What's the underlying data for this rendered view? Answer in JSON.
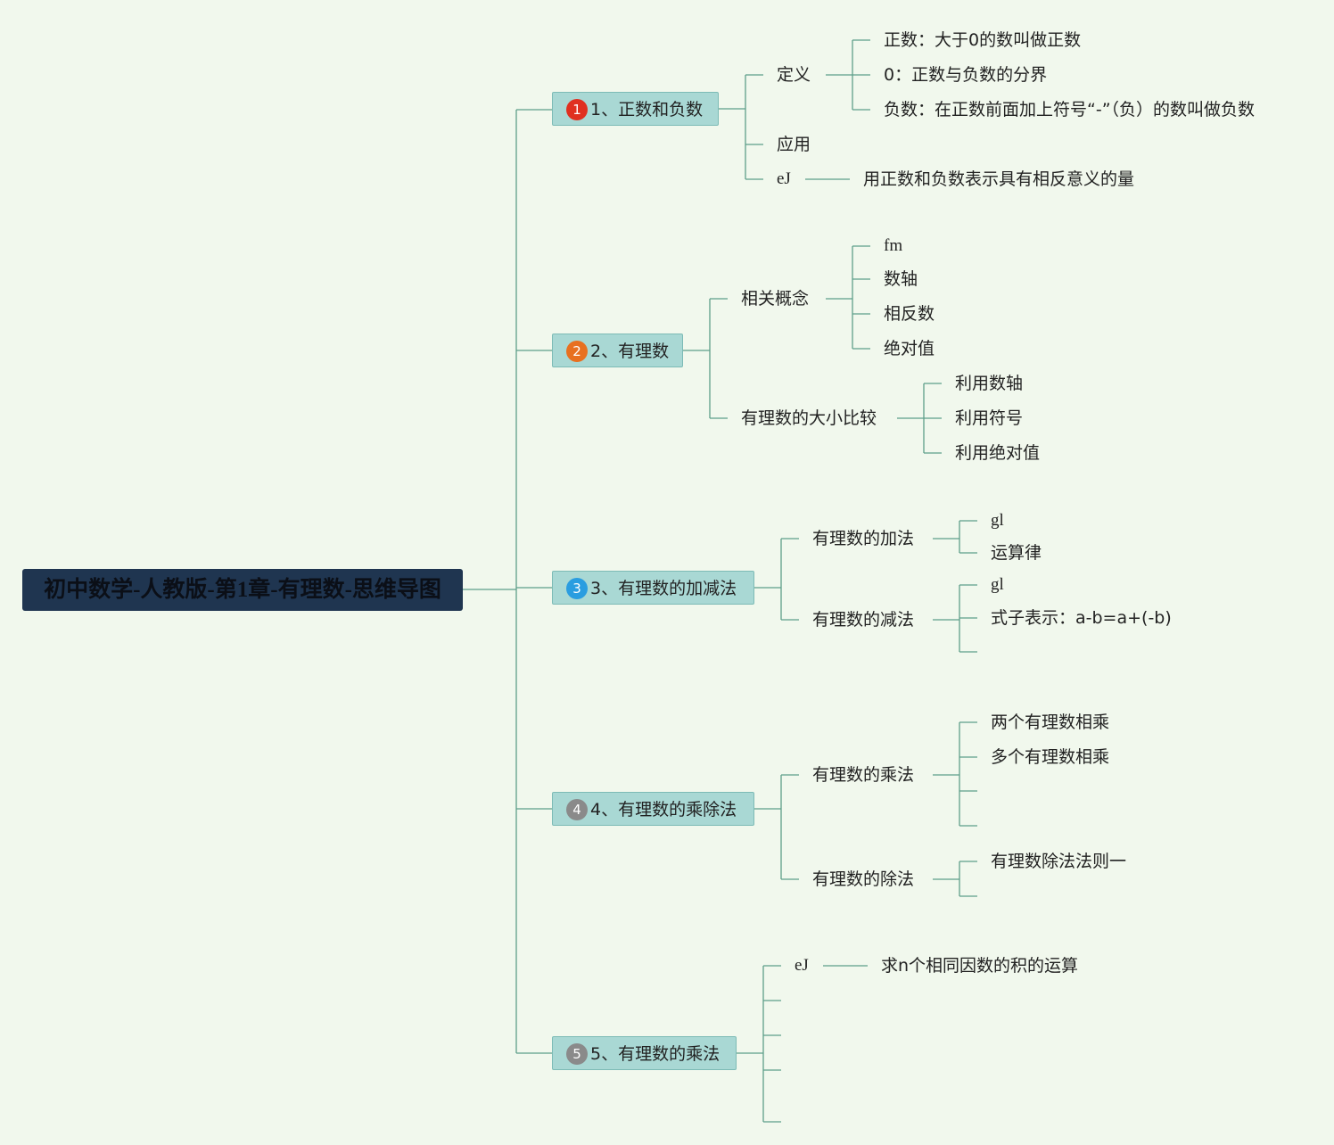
{
  "colors": {
    "background": "#f1f8ed",
    "root_fill": "#1f3550",
    "branch_fill": "#a9d8d4",
    "line": "#5e9e8a",
    "badge_1": "#e03020",
    "badge_2": "#e87020",
    "badge_3": "#2a9de0",
    "badge_4": "#8a8a8a",
    "badge_5": "#8a8a8a"
  },
  "root": {
    "title": "初中数学-人教版-第1章-有理数-思维导图"
  },
  "branches": [
    {
      "badge": "1",
      "label": "1、正数和负数",
      "children": [
        {
          "label": "定义",
          "children": [
            "正数：大于0的数叫做正数",
            "0：正数与负数的分界",
            "负数：在正数前面加上符号“-”（负）的数叫做负数"
          ]
        },
        {
          "label": "应用"
        },
        {
          "label": "eJ",
          "children": [
            "用正数和负数表示具有相反意义的量"
          ]
        }
      ]
    },
    {
      "badge": "2",
      "label": "2、有理数",
      "children": [
        {
          "label": "相关概念",
          "children": [
            "fm",
            "数轴",
            "相反数",
            "绝对值"
          ]
        },
        {
          "label": "有理数的大小比较",
          "children": [
            "利用数轴",
            "利用符号",
            "利用绝对值"
          ]
        }
      ]
    },
    {
      "badge": "3",
      "label": "3、有理数的加减法",
      "children": [
        {
          "label": "有理数的加法",
          "children": [
            "gl",
            "运算律"
          ]
        },
        {
          "label": "有理数的减法",
          "children": [
            "gl",
            "式子表示：a-b=a+(-b)"
          ]
        }
      ]
    },
    {
      "badge": "4",
      "label": "4、有理数的乘除法",
      "children": [
        {
          "label": "有理数的乘法",
          "children": [
            "两个有理数相乘",
            "多个有理数相乘"
          ]
        },
        {
          "label": "有理数的除法",
          "children": [
            "有理数除法法则一"
          ]
        }
      ]
    },
    {
      "badge": "5",
      "label": "5、有理数的乘法",
      "children": [
        {
          "label": "eJ",
          "children": [
            "求n个相同因数的积的运算"
          ]
        }
      ]
    }
  ]
}
